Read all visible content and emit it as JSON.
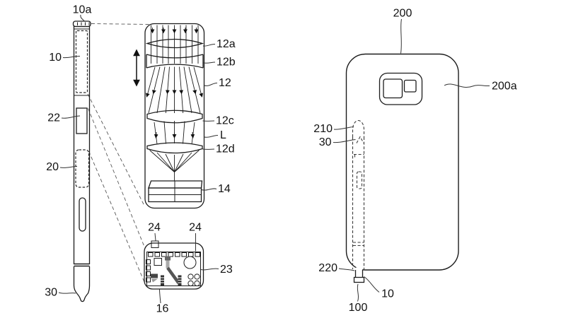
{
  "figure": {
    "stylus_labels": {
      "cap": "10a",
      "camera_module": "10",
      "part_22": "22",
      "part_20": "20",
      "pen_tip": "30"
    },
    "optics_labels": {
      "lens_12a": "12a",
      "lens_12b": "12b",
      "barrel_12": "12",
      "lens_12c": "12c",
      "lens_group_L": "L",
      "lens_12d": "12d",
      "image_sensor_14": "14"
    },
    "board_labels": {
      "pad_24_left": "24",
      "pad_24_right": "24",
      "board_23": "23",
      "module_16": "16"
    },
    "phone_labels": {
      "device_200": "200",
      "back_cover_200a": "200a",
      "slot_210": "210",
      "tip_30": "30",
      "slot_end_220": "220",
      "pen_10": "10",
      "assembly_100": "100"
    }
  }
}
